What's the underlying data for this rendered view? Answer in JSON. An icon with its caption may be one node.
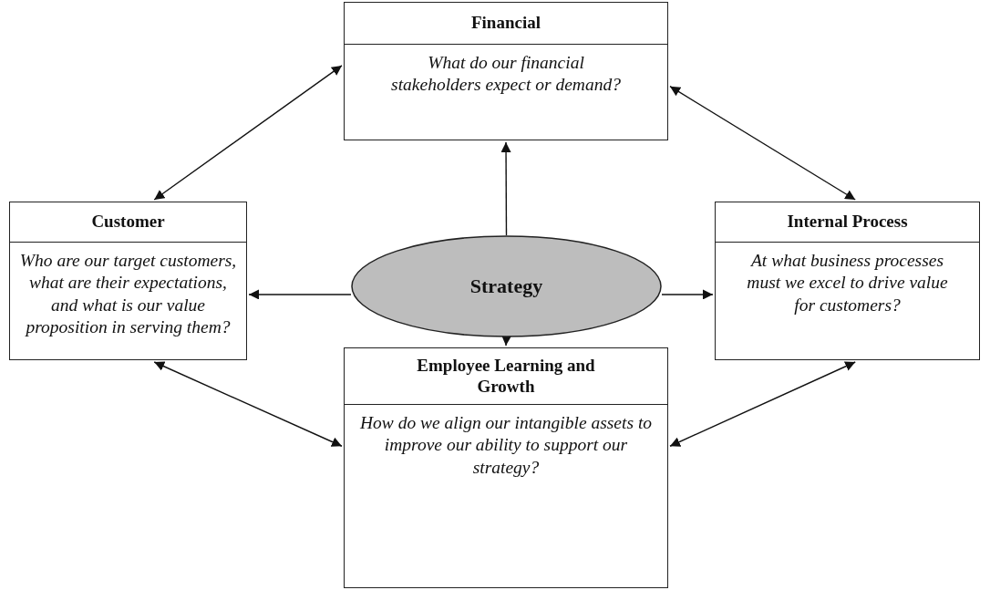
{
  "diagram": {
    "nodes": [
      {
        "text": [
          "Financial",
          "What do our financial stakeholders expect or demand?"
        ]
      },
      {
        "text": [
          "Customer",
          "Who are our target customers, what are their expectations, and what is our value proposition in serving them?"
        ]
      },
      {
        "text": [
          "Strategy"
        ]
      },
      {
        "text": [
          "Internal Process",
          "At what business processes must we excel to drive value for customers?"
        ]
      },
      {
        "text": [
          "Employee Learning and Growth",
          "How do we align our intangible assets to improve our ability to support our strategy?"
        ]
      }
    ],
    "edges": [
      {
        "from": 2,
        "to": 0,
        "arrow": "to"
      },
      {
        "from": 2,
        "to": 1,
        "arrow": "to"
      },
      {
        "from": 2,
        "to": 3,
        "arrow": "to"
      },
      {
        "from": 2,
        "to": 4,
        "arrow": "to"
      },
      {
        "from": 0,
        "to": 1,
        "arrow": "both"
      },
      {
        "from": 0,
        "to": 3,
        "arrow": "both"
      },
      {
        "from": 1,
        "to": 4,
        "arrow": "both"
      },
      {
        "from": 3,
        "to": 4,
        "arrow": "both"
      }
    ]
  }
}
